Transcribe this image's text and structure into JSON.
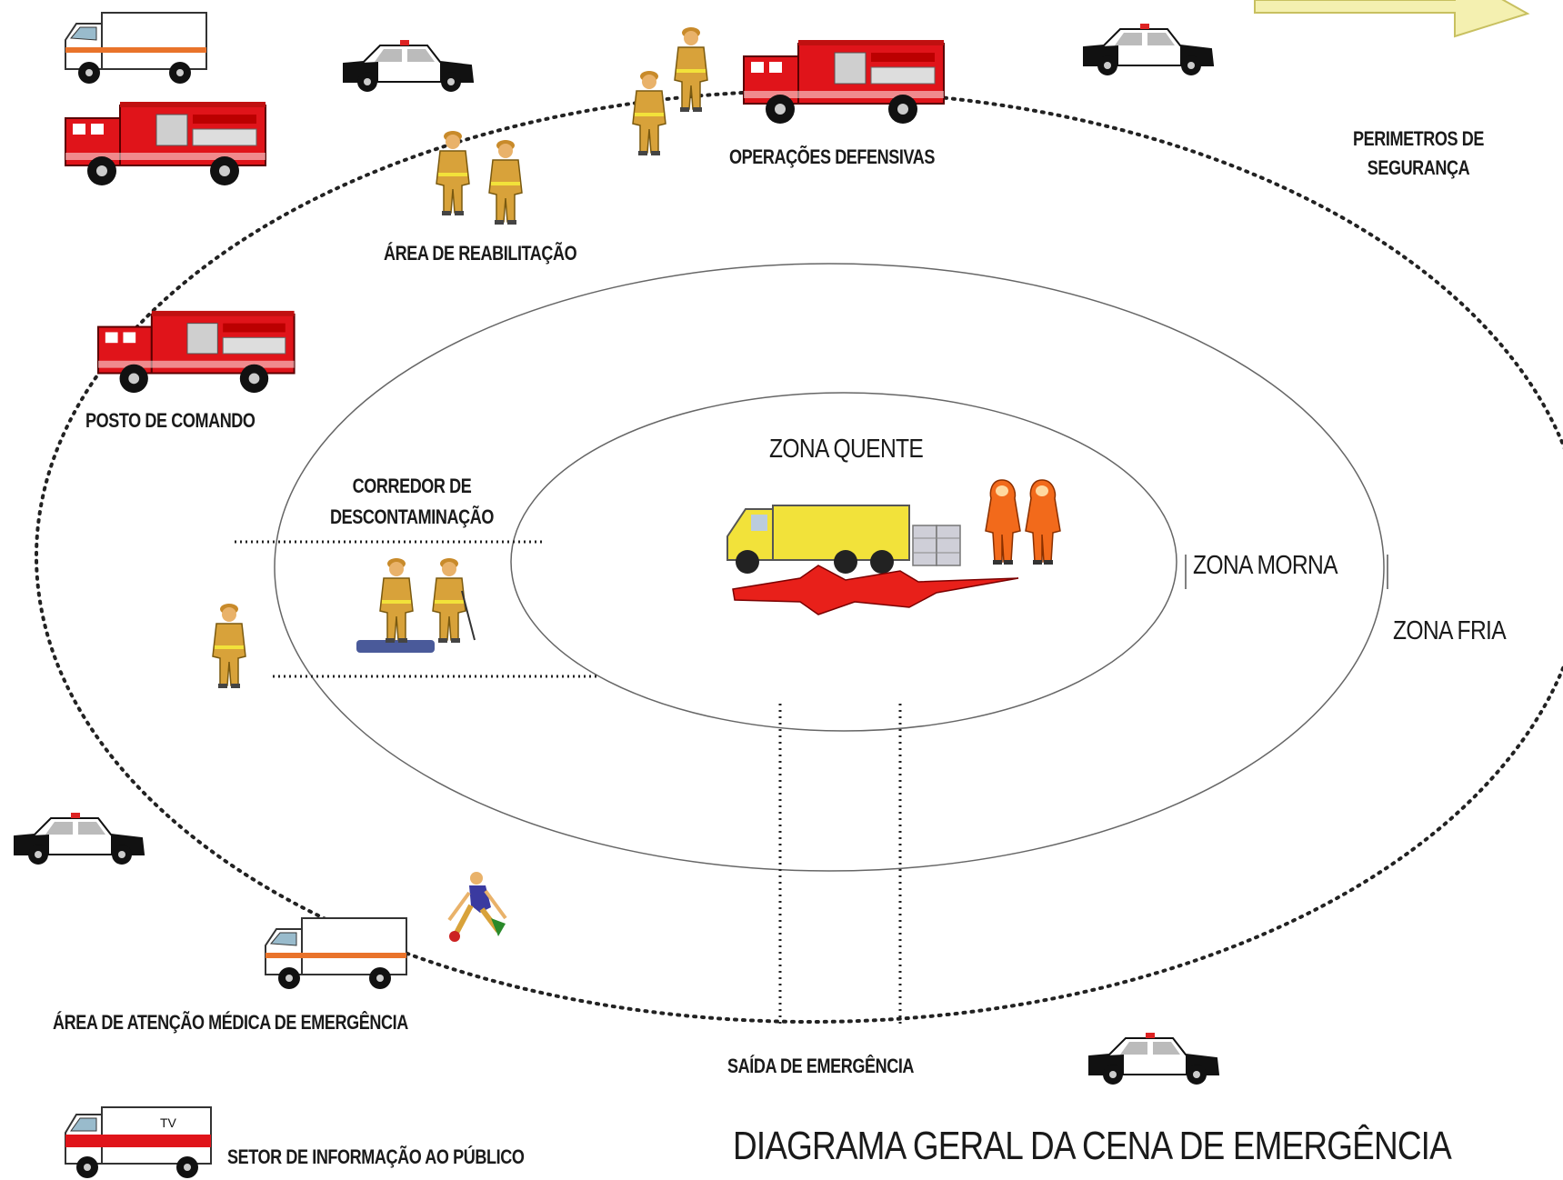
{
  "title": "DIAGRAMA GERAL DA CENA DE EMERGÊNCIA",
  "labels": {
    "defensive_ops": "OPERAÇÕES DEFENSIVAS",
    "safety_perimeters_1": "PERIMETROS DE",
    "safety_perimeters_2": "SEGURANÇA",
    "rehab_area": "ÁREA DE REABILITAÇÃO",
    "command_post": "POSTO DE COMANDO",
    "decon_corridor_1": "CORREDOR DE",
    "decon_corridor_2": "DESCONTAMINAÇÃO",
    "hot_zone": "ZONA QUENTE",
    "warm_zone": "ZONA MORNA",
    "cold_zone": "ZONA FRIA",
    "medical_area": "ÁREA DE ATENÇÃO MÉDICA DE EMERGÊNCIA",
    "emergency_exit": "SAÍDA DE EMERGÊNCIA",
    "public_info": "SETOR DE INFORMAÇÃO AO PÚBLICO",
    "tv_van_text": "TV"
  },
  "colors": {
    "fire_red": "#e0141a",
    "tanker_yellow": "#f2e23a",
    "turnout_gear": "#d8a23a",
    "hazmat_orange": "#f26a1b",
    "police_black": "#111111",
    "ambulance_stripe": "#e9732b",
    "arrow_fill": "#f4f0b0"
  }
}
